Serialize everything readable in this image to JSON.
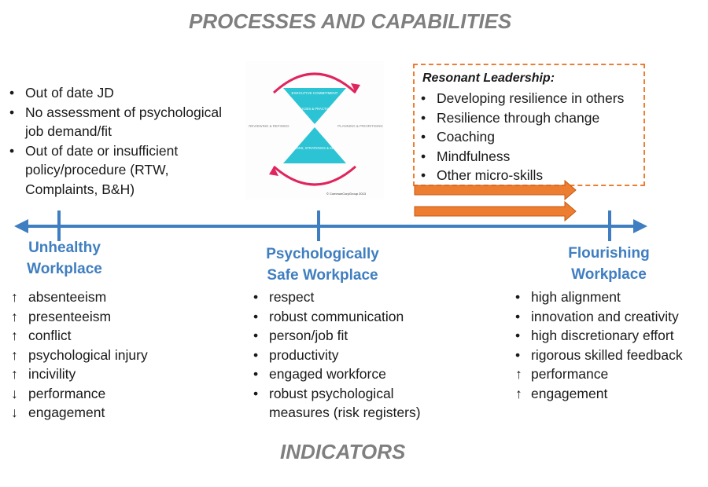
{
  "title_top": "PROCESSES AND CAPABILITIES",
  "title_bottom": "INDICATORS",
  "left_top_list": [
    "Out of date JD",
    "No assessment of psychological job demand/fit",
    "Out of date or insufficient policy/procedure (RTW, Complaints, B&H)"
  ],
  "resonant": {
    "title": "Resonant Leadership:",
    "items": [
      "Developing resilience in others",
      "Resilience through change",
      "Coaching",
      "Mindfulness",
      "Other micro-skills"
    ]
  },
  "cycle": {
    "top": "EXECUTIVE COMMITMENT",
    "middle": "POLICIES & PRACTICES",
    "bottom": "ACTIONS, STRATEGIES & SKILLS",
    "left": "REVIEWING & REFINING",
    "right": "PLANNING & PRIORITISING",
    "copyright": "© CommunCorpGroup 2013"
  },
  "nodes": {
    "left": [
      "Unhealthy",
      "Workplace"
    ],
    "middle": [
      "Psychologically",
      "Safe Workplace"
    ],
    "right": [
      "Flourishing",
      "Workplace"
    ]
  },
  "indicators": {
    "left": [
      {
        "symbol": "↑",
        "text": "absenteeism"
      },
      {
        "symbol": "↑",
        "text": "presenteeism"
      },
      {
        "symbol": "↑",
        "text": "conflict"
      },
      {
        "symbol": "↑",
        "text": "psychological injury"
      },
      {
        "symbol": "↑",
        "text": "incivility"
      },
      {
        "symbol": "↓",
        "text": "performance"
      },
      {
        "symbol": "↓",
        "text": "engagement"
      }
    ],
    "middle": [
      {
        "symbol": "•",
        "text": "respect"
      },
      {
        "symbol": "•",
        "text": "robust communication"
      },
      {
        "symbol": "•",
        "text": "person/job fit"
      },
      {
        "symbol": "•",
        "text": "productivity"
      },
      {
        "symbol": "•",
        "text": "engaged workforce"
      },
      {
        "symbol": "•",
        "text": "robust psychological measures (risk registers)"
      }
    ],
    "right": [
      {
        "symbol": "•",
        "text": "high alignment"
      },
      {
        "symbol": "•",
        "text": "innovation and creativity"
      },
      {
        "symbol": "•",
        "text": "high discretionary effort"
      },
      {
        "symbol": "•",
        "text": "rigorous skilled feedback"
      },
      {
        "symbol": "↑",
        "text": "performance"
      },
      {
        "symbol": "↑",
        "text": " engagement"
      }
    ]
  },
  "colors": {
    "axis": "#3f7ec0",
    "orange": "#ed7d31",
    "teal": "#2cc4d4",
    "magenta": "#e0245e",
    "title_gray": "#7f7f7f"
  }
}
